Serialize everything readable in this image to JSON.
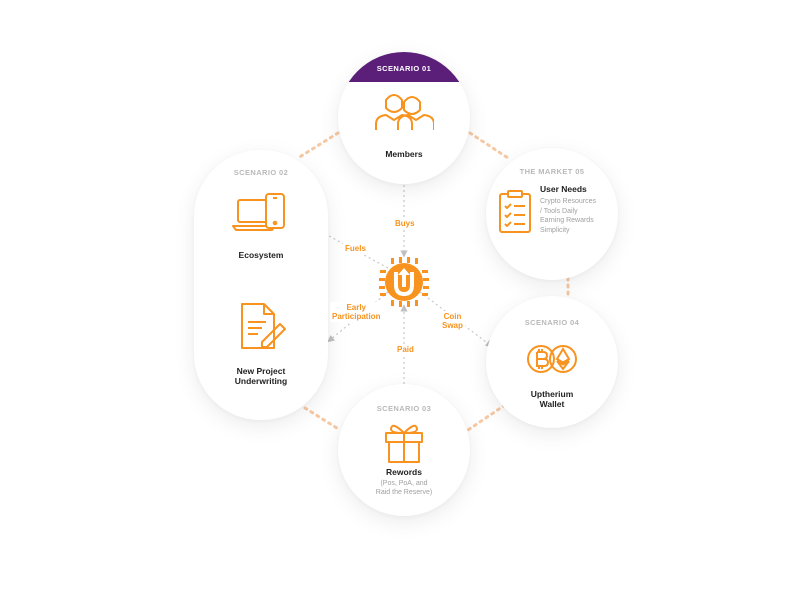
{
  "scenario_01": {
    "title": "SCENARIO 01",
    "name": "Members"
  },
  "scenario_02": {
    "title": "SCENARIO 02",
    "ecosystem": "Ecosystem",
    "project_line1": "New Project",
    "project_line2": "Underwriting"
  },
  "market_05": {
    "title": "THE MARKET 05",
    "heading": "User Needs",
    "items": [
      "Crypto Resources",
      "/ Tools Daily",
      "Earning Rewards",
      "Simplicity"
    ]
  },
  "scenario_04": {
    "title": "SCENARIO 04",
    "name_line1": "Uptherium",
    "name_line2": "Wallet"
  },
  "scenario_03": {
    "title": "SCENARIO 03",
    "name": "Rewords",
    "detail_line1": "(Pos, PoA, and",
    "detail_line2": "Raid the Reserve)"
  },
  "flows": {
    "buys": "Buys",
    "fuels": "Fuels",
    "early_line1": "Early",
    "early_line2": "Participation",
    "coin_line1": "Coin",
    "coin_line2": "Swap",
    "paid": "Paid"
  },
  "colors": {
    "accent": "#f7931e",
    "purple": "#5b1f7a",
    "connector": "#f6c9a3",
    "arrow": "#bfbfbf"
  },
  "icons": {
    "members": "two-people-icon",
    "ecosystem": "laptop-phone-icon",
    "project": "document-pen-icon",
    "market": "checklist-icon",
    "wallet": "bitcoin-ethereum-icon",
    "rewards": "gift-box-icon",
    "center": "uptherium-logo-icon"
  }
}
